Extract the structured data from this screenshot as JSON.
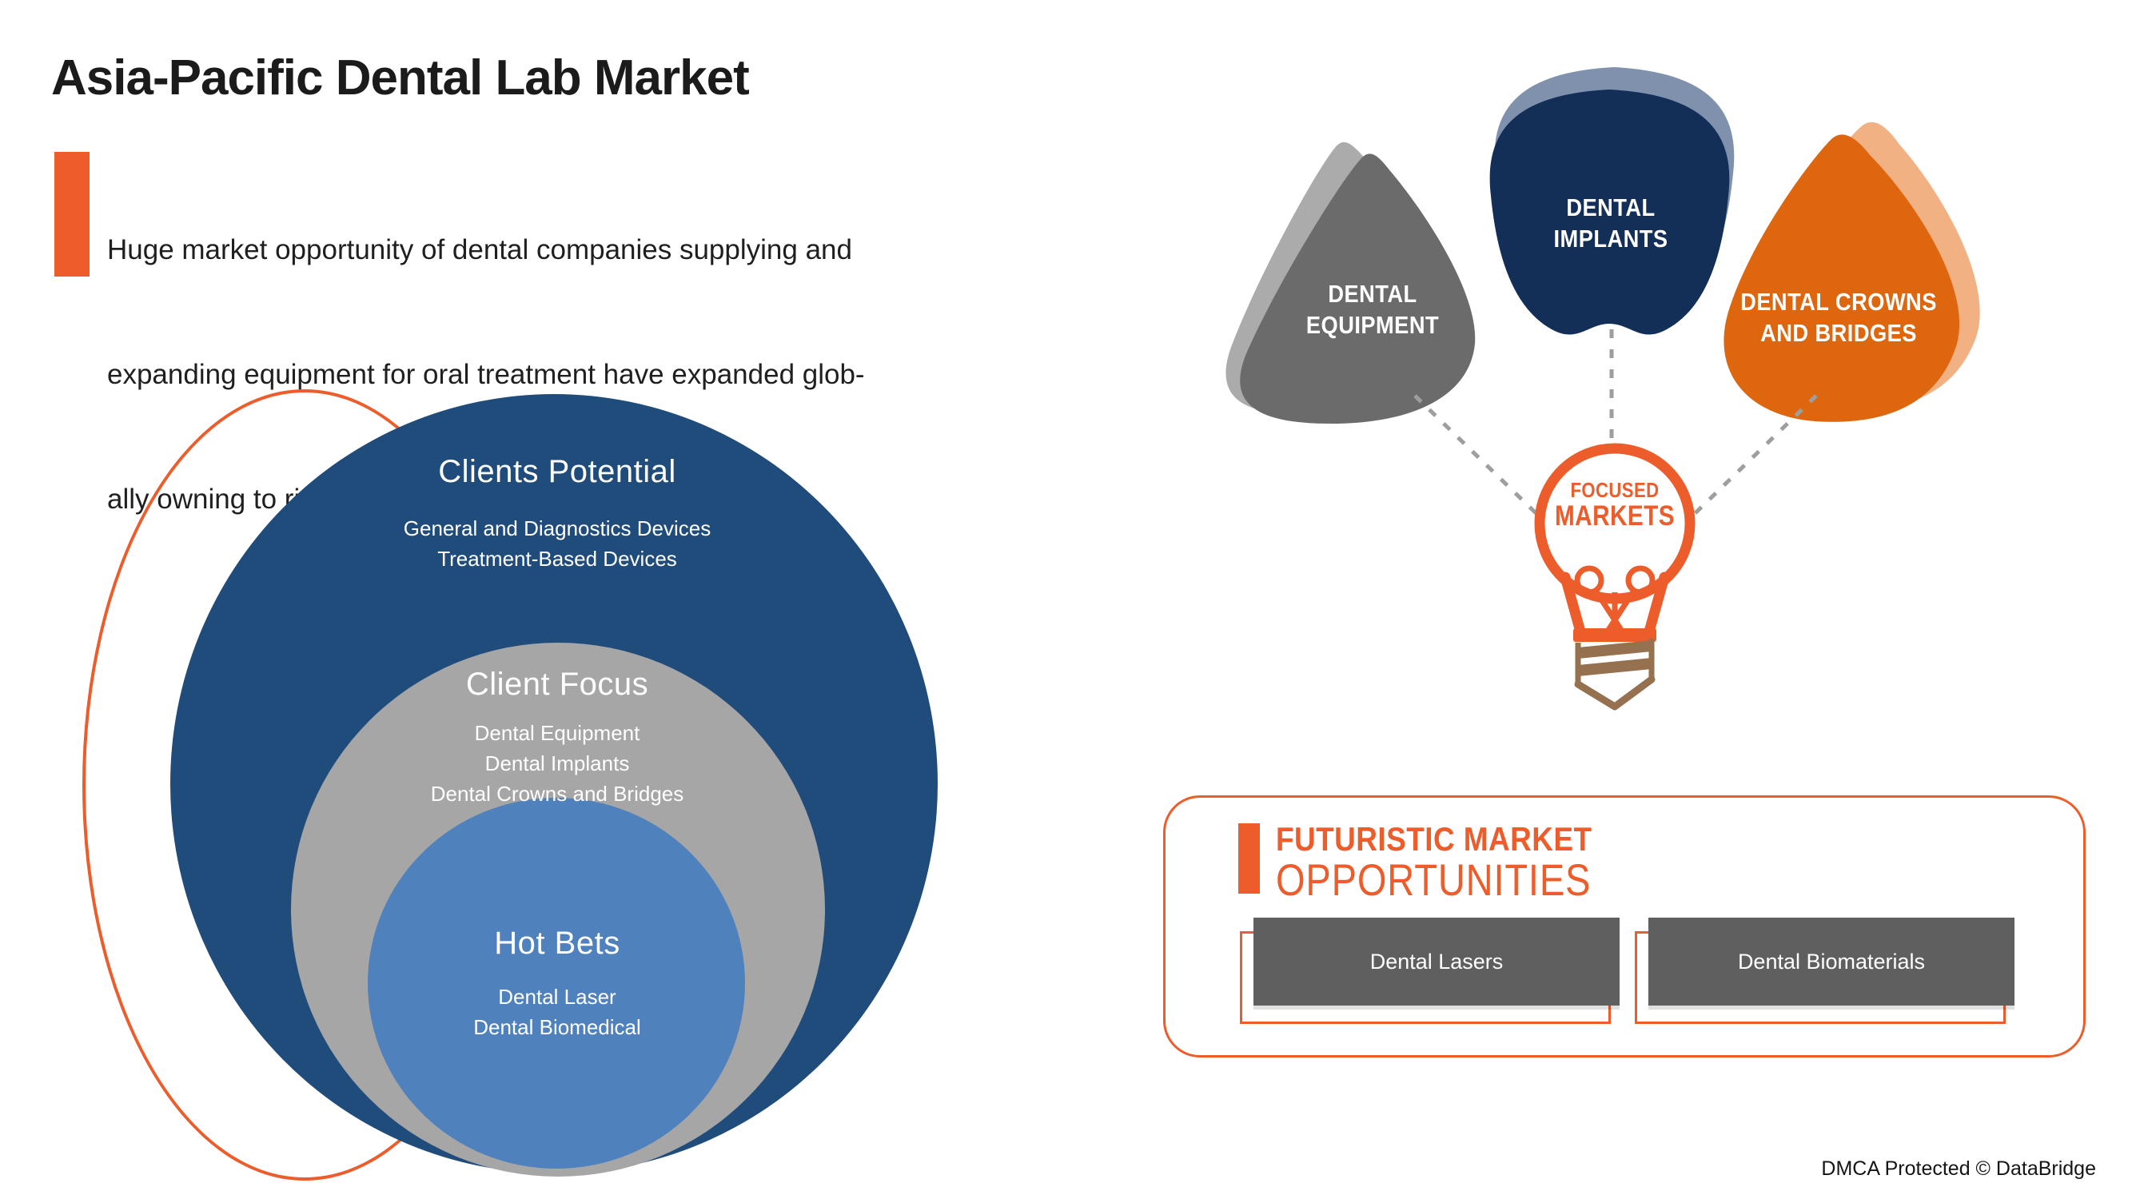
{
  "header": {
    "title": "Asia-Pacific Dental Lab Market",
    "subtitle_lines": [
      "Huge market opportunity of dental companies supplying and",
      "expanding equipment for oral treatment have expanded glob-",
      "ally owning to rising  sales in dental lab market"
    ]
  },
  "venn": {
    "outer": {
      "title": "Clients Potential",
      "line1": "General and Diagnostics Devices",
      "line2": "Treatment-Based Devices"
    },
    "middle": {
      "title": "Client Focus",
      "line1": "Dental Equipment",
      "line2": "Dental Implants",
      "line3": "Dental Crowns and Bridges"
    },
    "inner": {
      "title": "Hot Bets",
      "line1": "Dental Laser",
      "line2": "Dental Biomedical"
    }
  },
  "focused_markets": {
    "teeth": [
      {
        "line1": "DENTAL",
        "line2": "EQUIPMENT"
      },
      {
        "line1": "DENTAL",
        "line2": "IMPLANTS"
      },
      {
        "line1": "DENTAL CROWNS",
        "line2": "AND BRIDGES"
      }
    ],
    "bulb_line1": "FOCUSED",
    "bulb_line2": "MARKETS"
  },
  "opportunities": {
    "heading_line1": "FUTURISTIC MARKET",
    "heading_line2": "OPPORTUNITIES",
    "buttons": [
      "Dental Lasers",
      "Dental Biomaterials"
    ]
  },
  "footer": {
    "dmca": "DMCA Protected © DataBridge"
  },
  "colors": {
    "accent_orange": "#ED5C2B",
    "venn_outer_blue": "#204C7C",
    "venn_middle_gray": "#A6A6A6",
    "venn_inner_blue": "#4F81BD",
    "tooth_gray": "#6B6B6B",
    "tooth_gray_shadow": "#ABABAB",
    "tooth_navy": "#132E57",
    "tooth_navy_shadow": "#8091AD",
    "tooth_orange": "#DE660F",
    "tooth_orange_shadow": "#F2B183",
    "bulb_base_brown": "#96714F",
    "button_gray": "#5F5F5F",
    "dashed_line_gray": "#9E9E9E"
  }
}
